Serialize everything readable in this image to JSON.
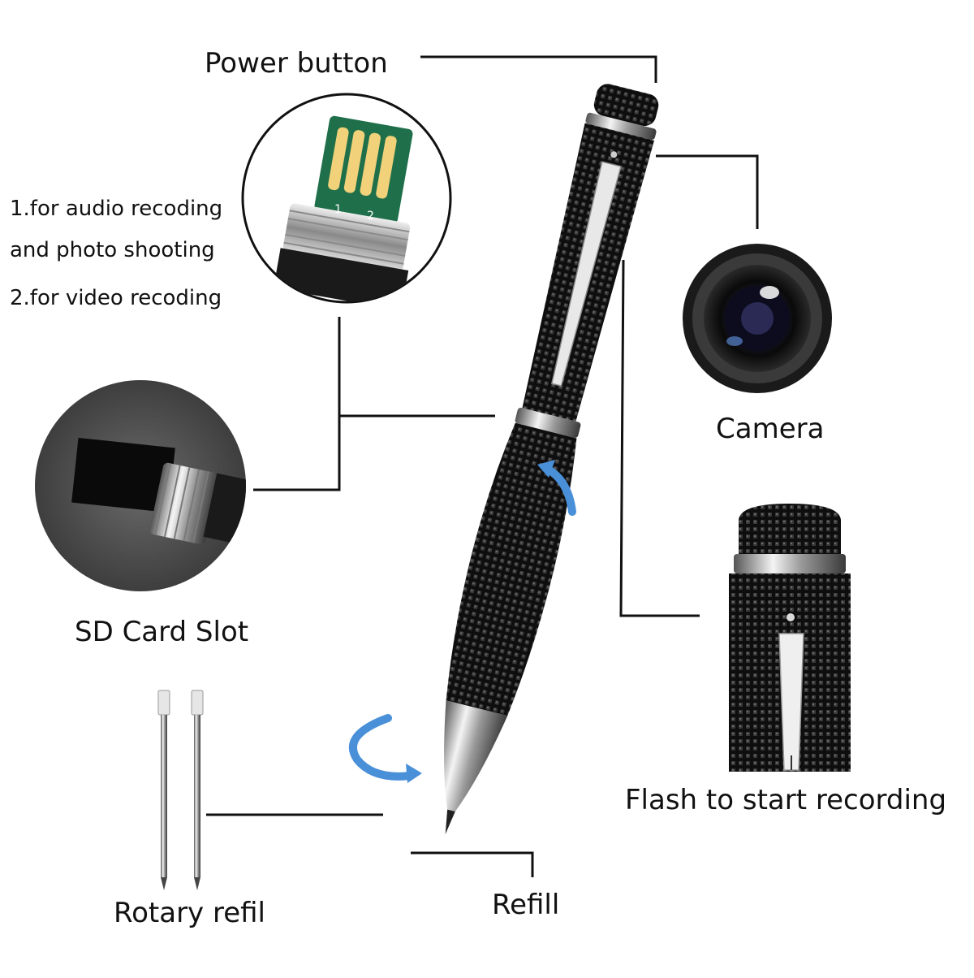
{
  "labels": {
    "power_button": "Power button",
    "camera": "Camera",
    "sd_card_slot": "SD Card Slot",
    "flash_to_start": "Flash to start recording",
    "rotary_refil": "Rotary refil",
    "refill": "Refill",
    "usb_line1": "1.for audio recoding",
    "usb_line2": "and photo shooting",
    "usb_line3": "2.for video recoding"
  },
  "usb_pin_marks": [
    "1",
    "2"
  ],
  "colors": {
    "background": "#ffffff",
    "pen_body": "#111111",
    "chrome": "#c8c8c8",
    "arrow_blue": "#4a90d9",
    "leader_line": "#111111"
  }
}
